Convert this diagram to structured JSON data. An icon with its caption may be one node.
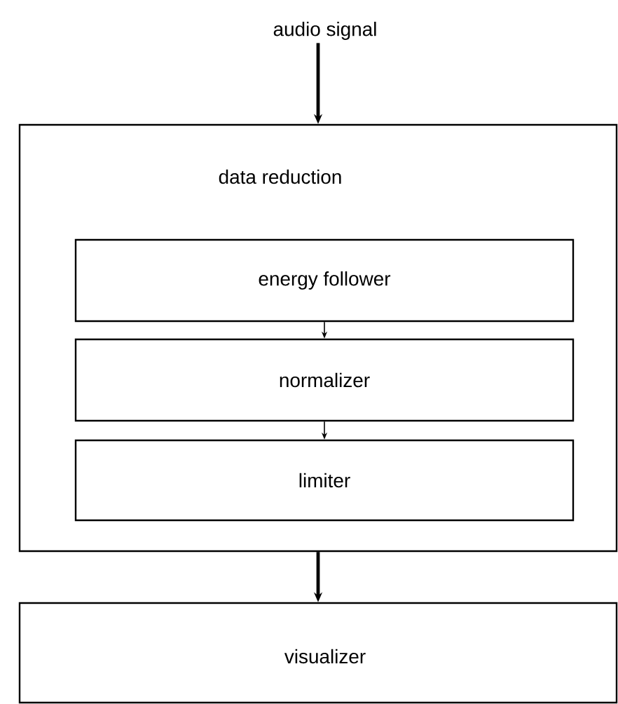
{
  "diagram": {
    "nodes": [
      {
        "text": [
          "audio signal"
        ]
      },
      {
        "text": [
          "data reduction"
        ]
      },
      {
        "text": [
          "energy follower"
        ],
        "in": 1
      },
      {
        "text": [
          "normalizer"
        ],
        "in": 1
      },
      {
        "text": [
          "limiter"
        ],
        "in": 1
      },
      {
        "text": [
          "visualizer"
        ]
      }
    ],
    "edges": [
      {
        "from": 0,
        "to": 1,
        "arrow": "to",
        "style": "thick"
      },
      {
        "from": 2,
        "to": 3,
        "arrow": "to"
      },
      {
        "from": 3,
        "to": 4,
        "arrow": "to"
      },
      {
        "from": 1,
        "to": 5,
        "arrow": "to",
        "style": "thick"
      }
    ]
  }
}
